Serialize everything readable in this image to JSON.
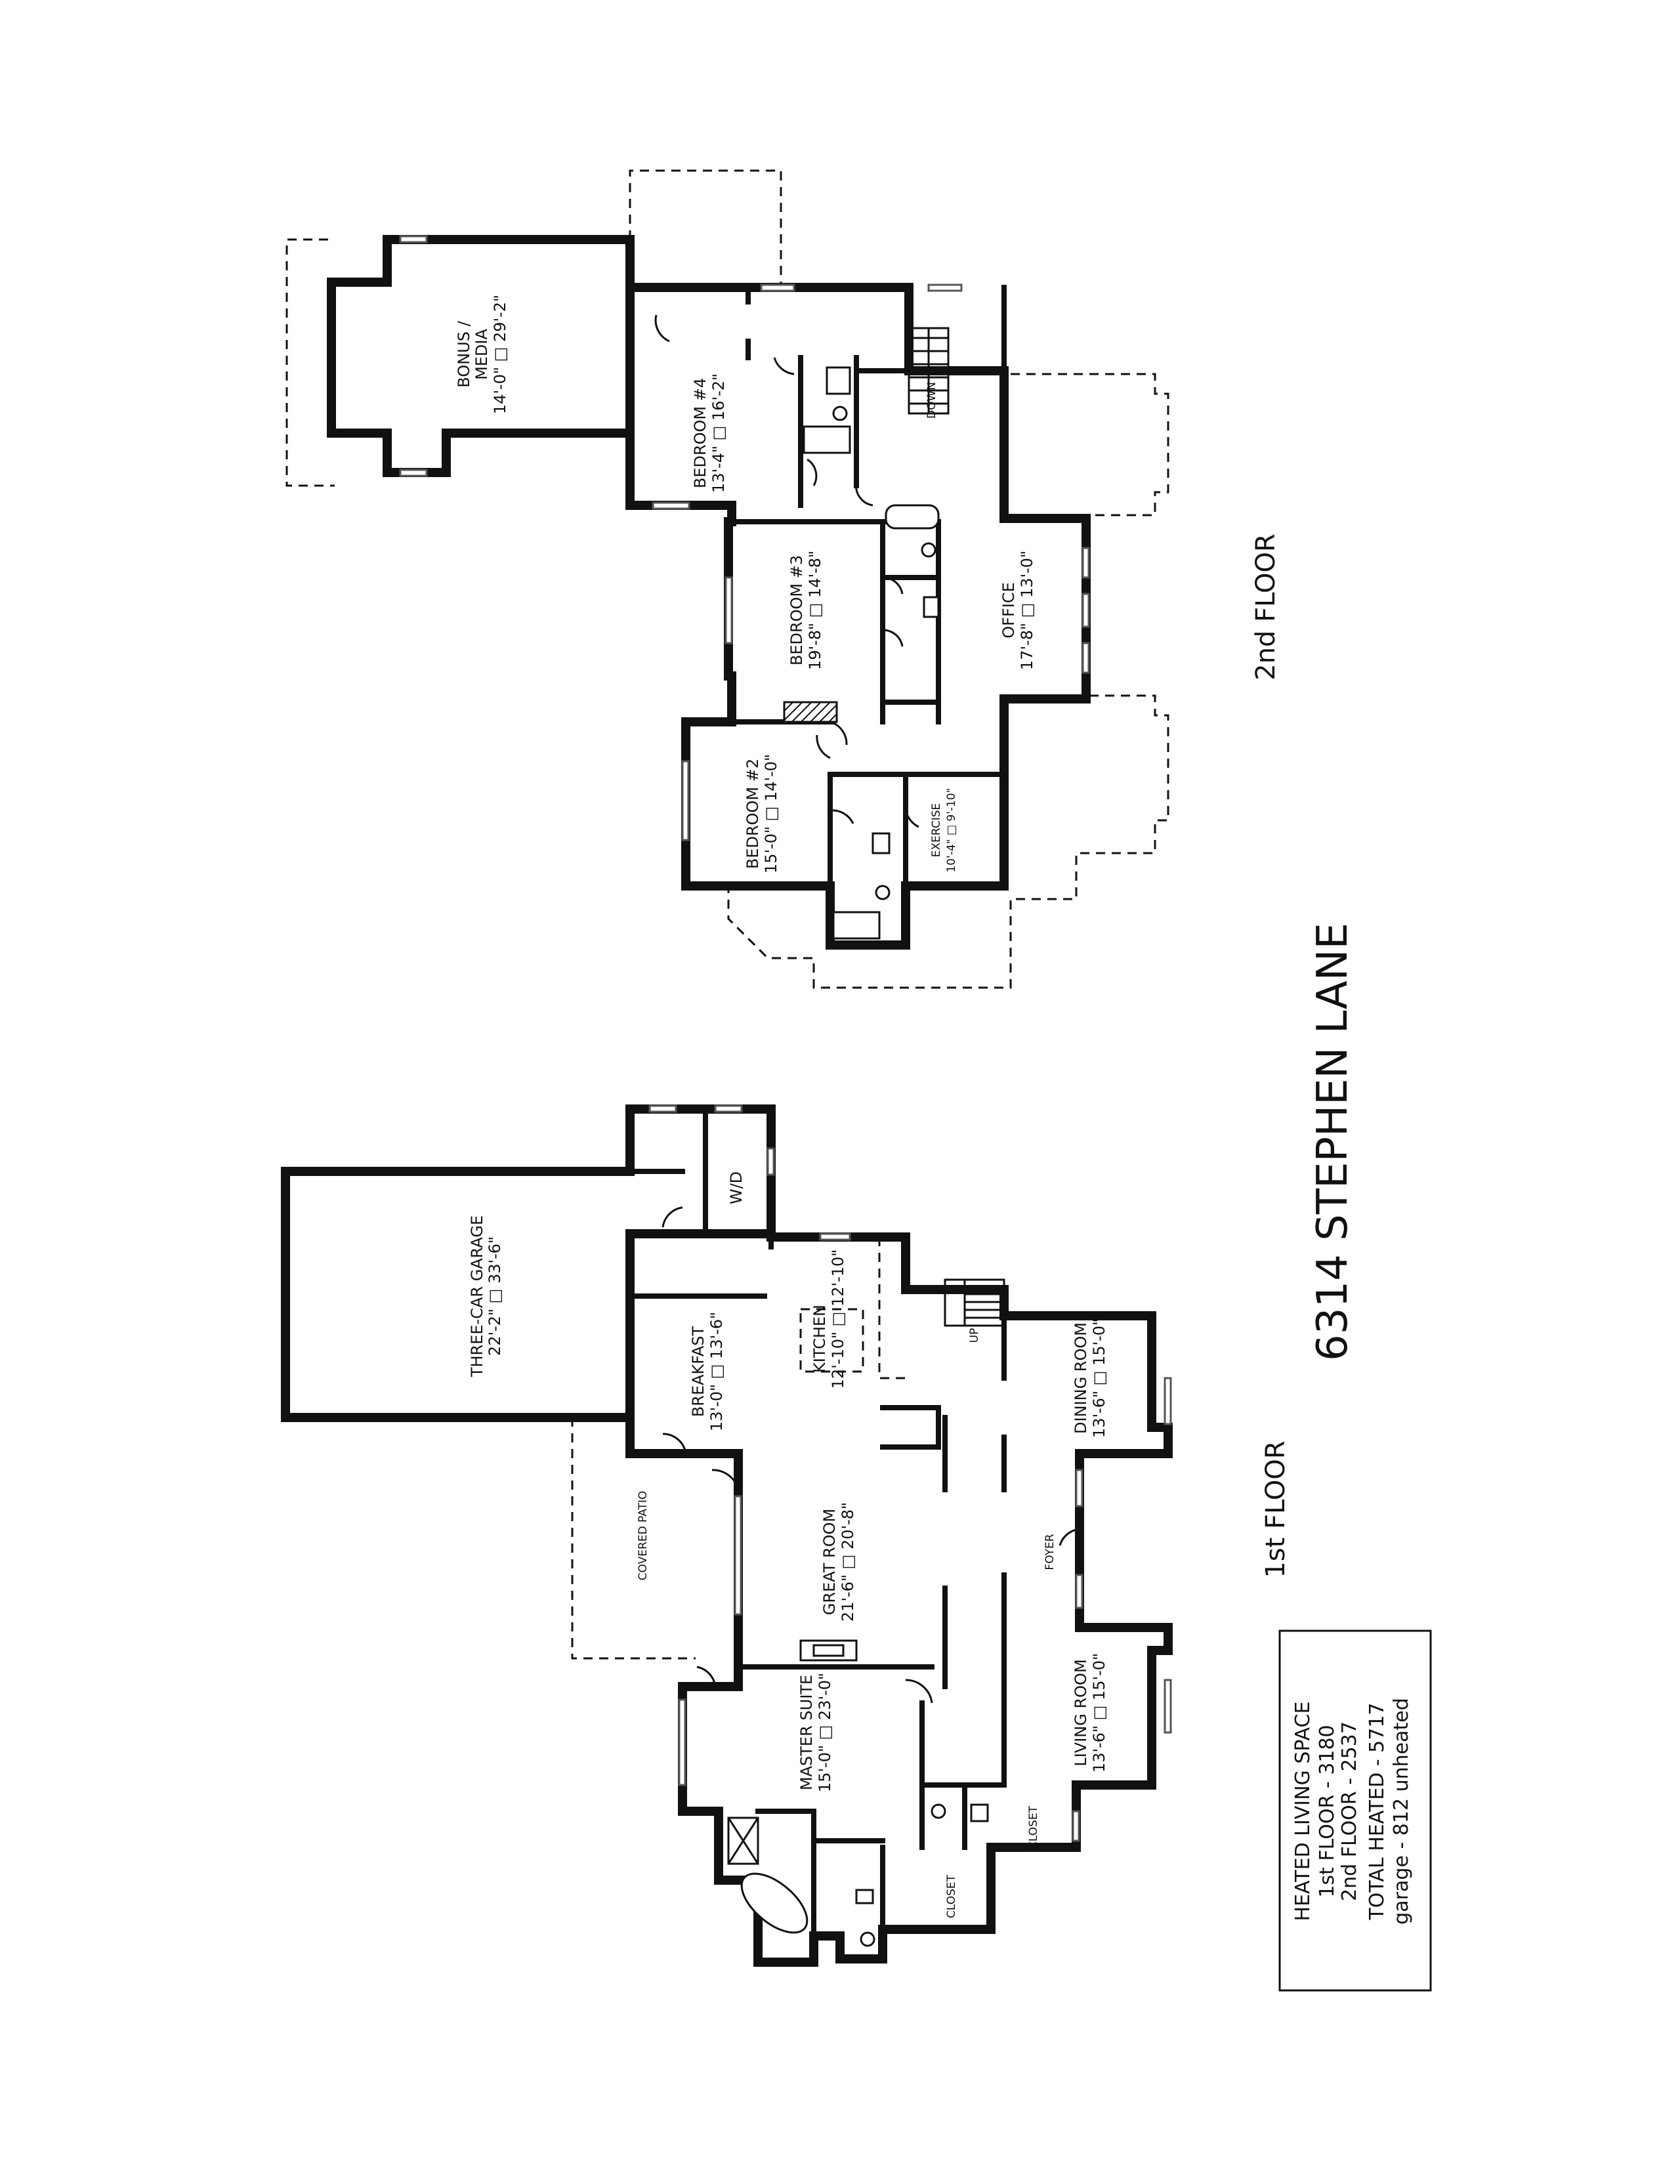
{
  "address": "6314 STEPHEN LANE",
  "floors": {
    "first": "1st FLOOR",
    "second": "2nd FLOOR"
  },
  "rooms_first": {
    "garage": {
      "name": "THREE-CAR GARAGE",
      "dims": "22'-2\" □ 33'-6\""
    },
    "wd": "W/D",
    "breakfast": {
      "name": "BREAKFAST",
      "dims": "13'-0\" □ 13'-6\""
    },
    "kitchen": {
      "name": "KITCHEN",
      "dims": "12'-10\" □ 12'-10\""
    },
    "up": "UP",
    "dining": {
      "name": "DINING ROOM",
      "dims": "13'-6\" □ 15'-0\""
    },
    "patio": "COVERED PATIO",
    "great": {
      "name": "GREAT ROOM",
      "dims": "21'-6\" □ 20'-8\""
    },
    "foyer": "FOYER",
    "living": {
      "name": "LIVING ROOM",
      "dims": "13'-6\" □ 15'-0\""
    },
    "master": {
      "name": "MASTER SUITE",
      "dims": "15'-0\" □ 23'-0\""
    },
    "closet_a": "CLOSET",
    "closet_b": "CLOSET"
  },
  "rooms_second": {
    "bonus": {
      "name1": "BONUS /",
      "name2": "MEDIA",
      "dims": "14'-0\" □ 29'-2\""
    },
    "bed4": {
      "name": "BEDROOM #4",
      "dims": "13'-4\" □ 16'-2\""
    },
    "down": "DOWN",
    "bed3": {
      "name": "BEDROOM #3",
      "dims": "19'-8\" □ 14'-8\""
    },
    "office": {
      "name": "OFFICE",
      "dims": "17'-8\" □ 13'-0\""
    },
    "bed2": {
      "name": "BEDROOM #2",
      "dims": "15'-0\" □ 14'-0\""
    },
    "exercise": {
      "name": "EXERCISE",
      "dims": "10'-4\" □ 9'-10\""
    }
  },
  "summary": {
    "line1": "HEATED LIVING SPACE",
    "line2": "1st FLOOR - 3180",
    "line3": "2nd FLOOR - 2537",
    "line4": "TOTAL HEATED - 5717",
    "line5": "garage - 812 unheated"
  }
}
